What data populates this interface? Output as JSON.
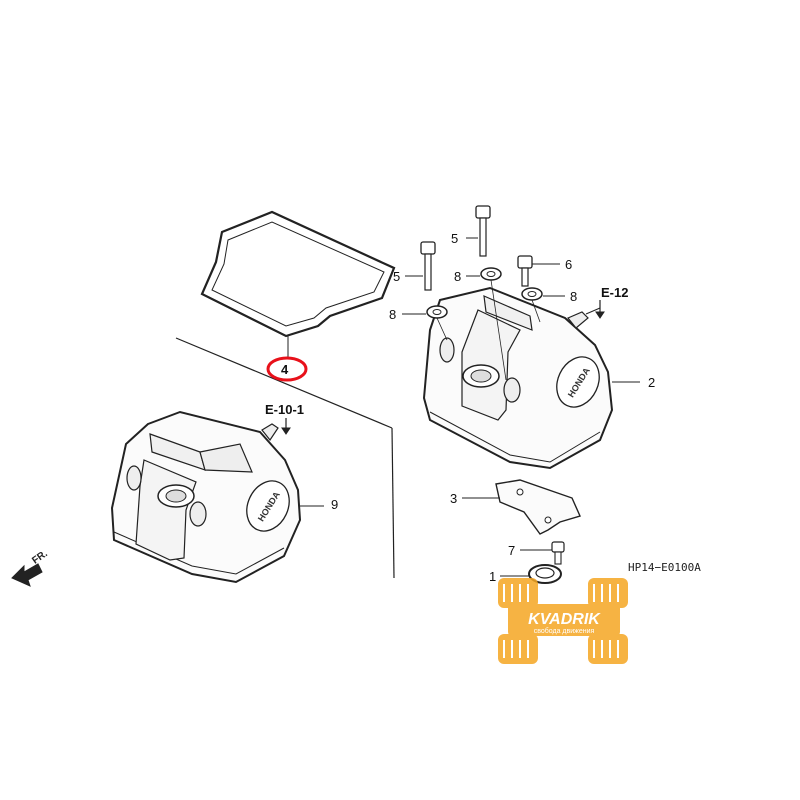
{
  "parts": [
    {
      "id": "p1",
      "text": "1"
    },
    {
      "id": "p2",
      "text": "2"
    },
    {
      "id": "p3",
      "text": "3"
    },
    {
      "id": "p4",
      "text": "4"
    },
    {
      "id": "p5a",
      "text": "5"
    },
    {
      "id": "p5b",
      "text": "5"
    },
    {
      "id": "p6",
      "text": "6"
    },
    {
      "id": "p7",
      "text": "7"
    },
    {
      "id": "p8a",
      "text": "8"
    },
    {
      "id": "p8b",
      "text": "8"
    },
    {
      "id": "p8c",
      "text": "8"
    },
    {
      "id": "p9",
      "text": "9"
    }
  ],
  "references": {
    "e10": "E-10-1",
    "e12": "E-12"
  },
  "diagram_code": "HP14−E0100A",
  "direction": "FR.",
  "watermark": {
    "brand": "KVADRIK",
    "tagline": "свобода движения",
    "color": "#f5a623"
  },
  "highlight_color": "#e8111a",
  "cover_logo": "HONDA"
}
